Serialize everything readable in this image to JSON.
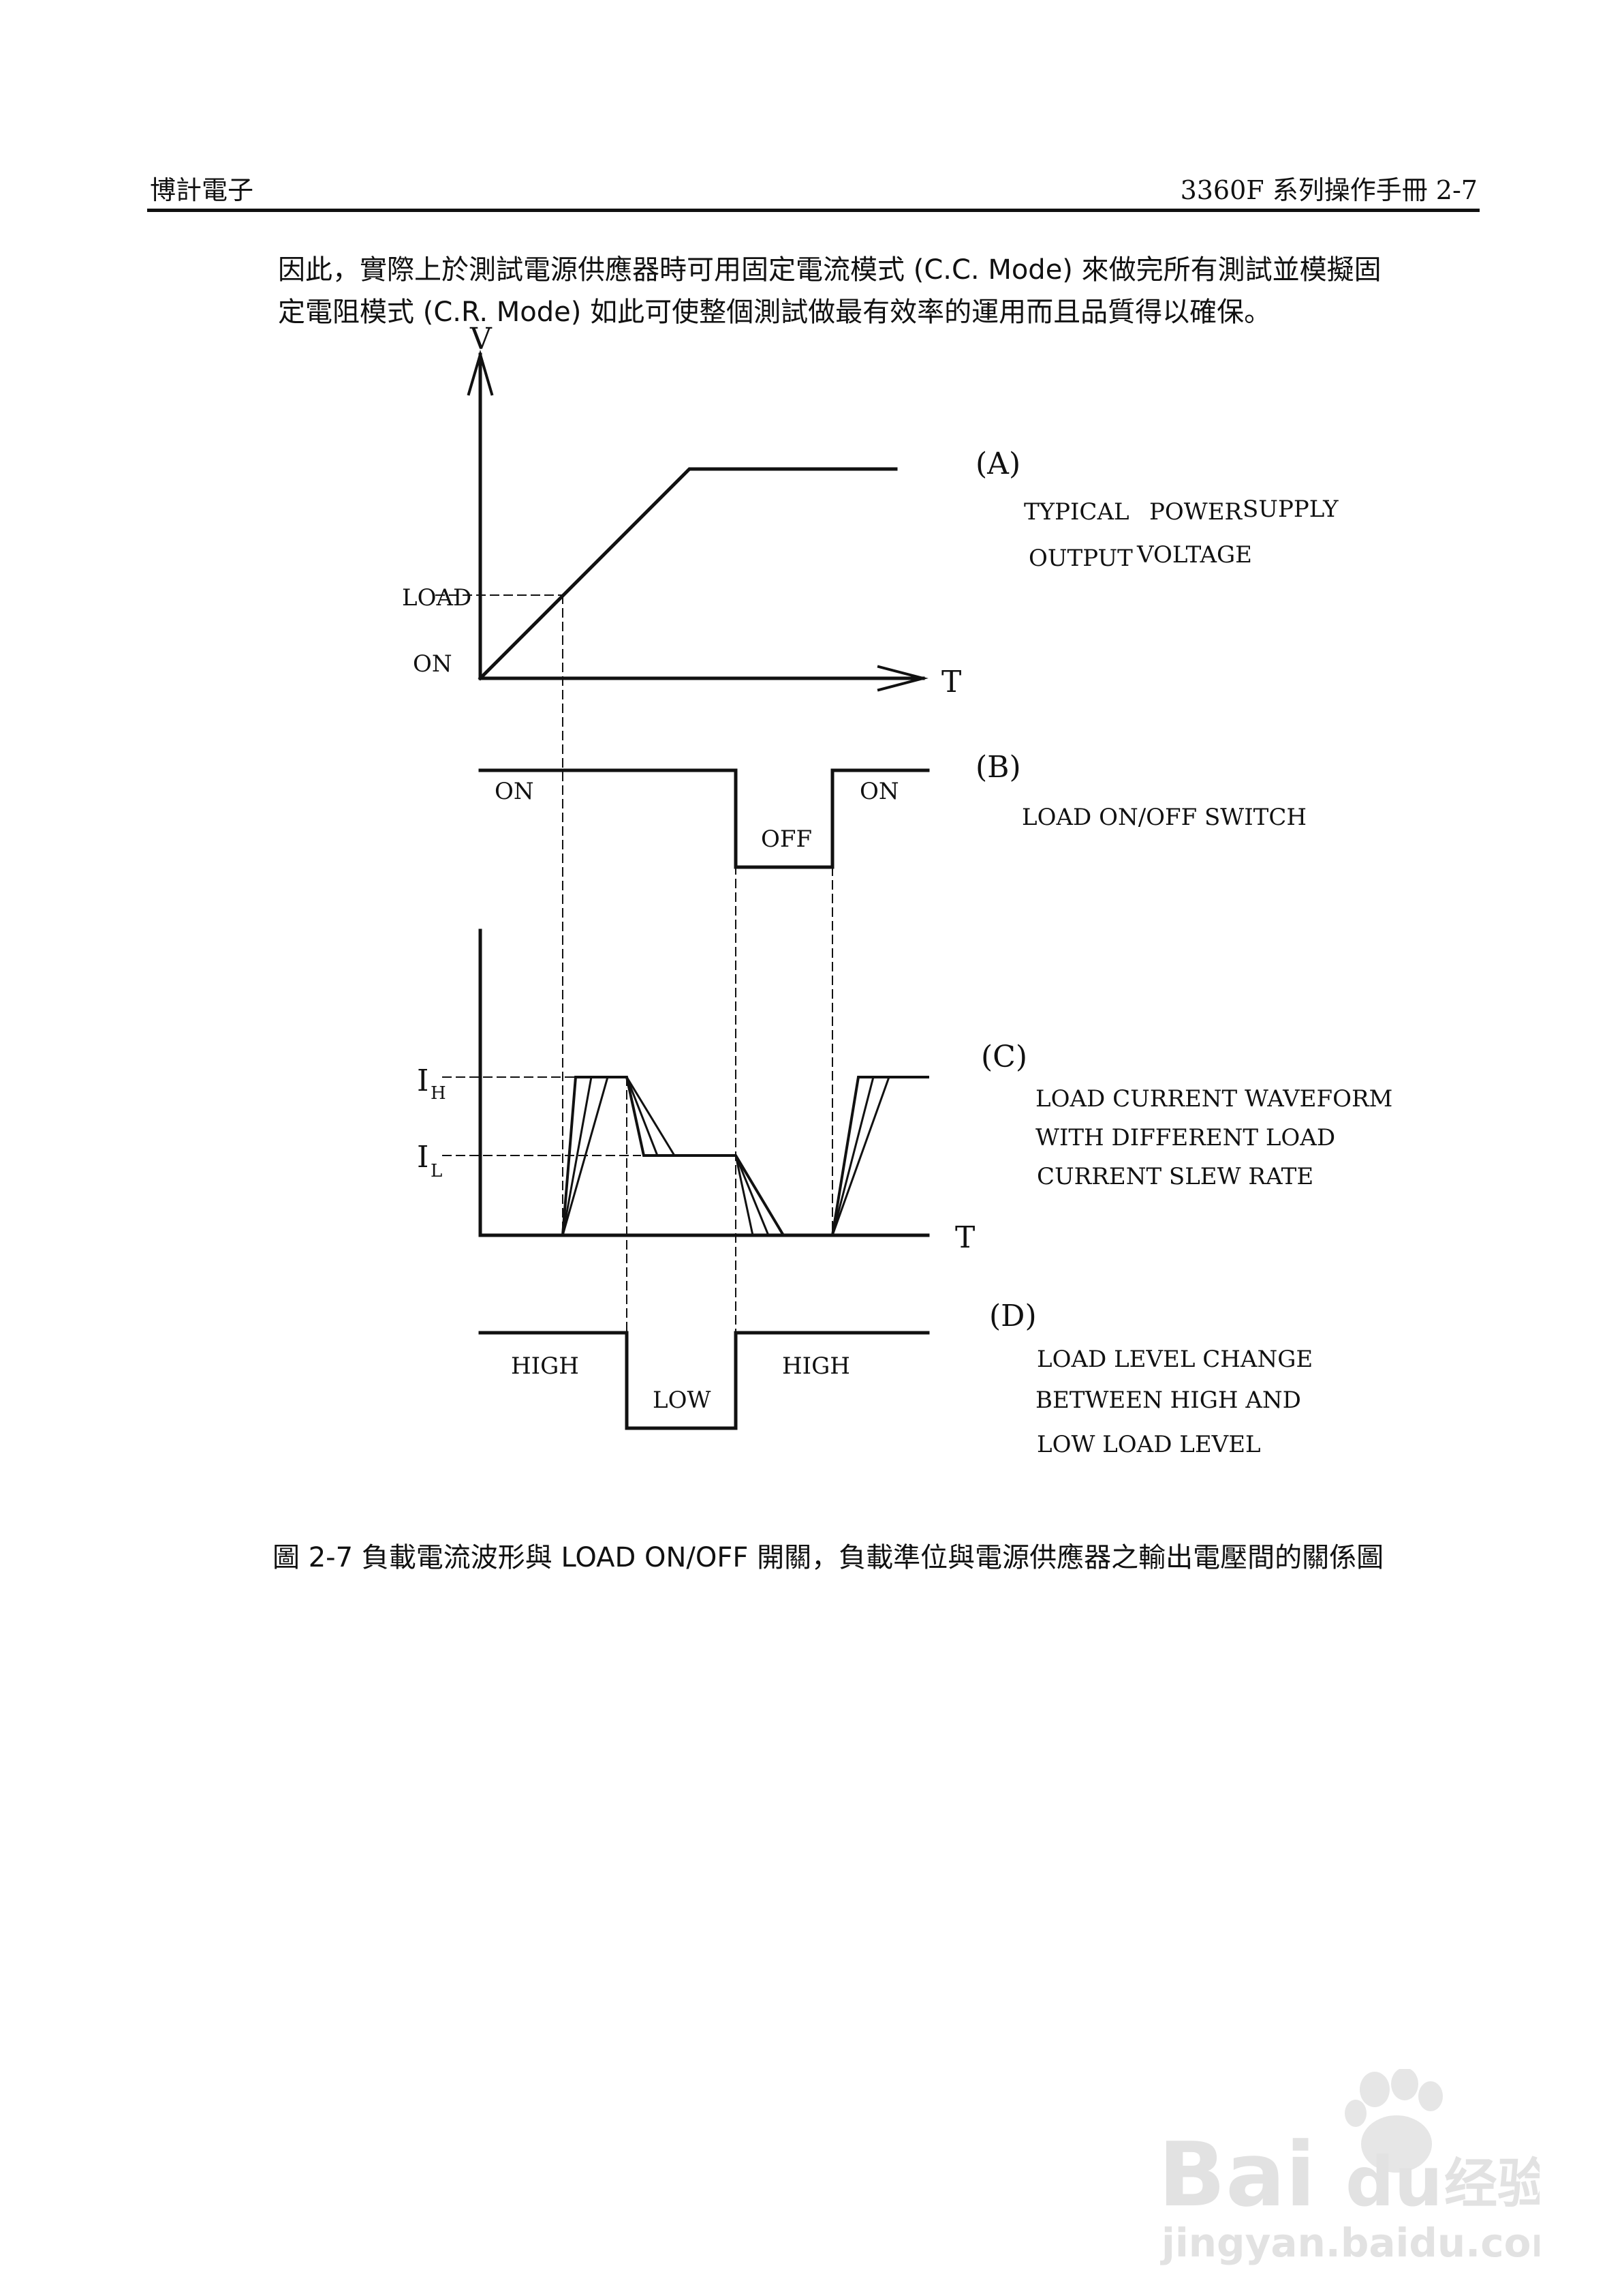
{
  "header": {
    "left": "博計電子",
    "right": "3360F 系列操作手冊 2-7"
  },
  "intro": {
    "line1": "因此，實際上於測試電源供應器時可用固定電流模式 (C.C. Mode) 來做完所有測試並模擬固",
    "line2": "定電阻模式 (C.R. Mode) 如此可使整個測試做最有效率的運用而且品質得以確保。"
  },
  "figure": {
    "panel_a": {
      "tag": "(A)",
      "axis_v": "V",
      "axis_t": "T",
      "load": "LOAD",
      "on": "ON",
      "desc_1a": "TYPICAL",
      "desc_1b": "POWER",
      "desc_1c": "SUPPLY",
      "desc_2a": "OUTPUT",
      "desc_2b": "VOLTAGE"
    },
    "panel_b": {
      "tag": "(B)",
      "on_left": "ON",
      "off": "OFF",
      "on_right": "ON",
      "desc": "LOAD ON/OFF SWITCH"
    },
    "panel_c": {
      "tag": "(C)",
      "ih": "I",
      "ih_sub": "H",
      "il": "I",
      "il_sub": "L",
      "axis_t": "T",
      "desc_1": "LOAD CURRENT WAVEFORM",
      "desc_2": "WITH DIFFERENT LOAD",
      "desc_3": "CURRENT SLEW RATE"
    },
    "panel_d": {
      "tag": "(D)",
      "high_left": "HIGH",
      "low": "LOW",
      "high_right": "HIGH",
      "desc_1": "LOAD LEVEL CHANGE",
      "desc_2": "BETWEEN HIGH AND",
      "desc_3": "LOW LOAD LEVEL"
    }
  },
  "caption": "圖 2-7 負載電流波形與 LOAD ON/OFF 開關，負載準位與電源供應器之輸出電壓間的關係圖",
  "watermark": {
    "brand": "Bai",
    "brand_2": "du",
    "cn": "经验",
    "url": "jingyan.baidu.com"
  }
}
